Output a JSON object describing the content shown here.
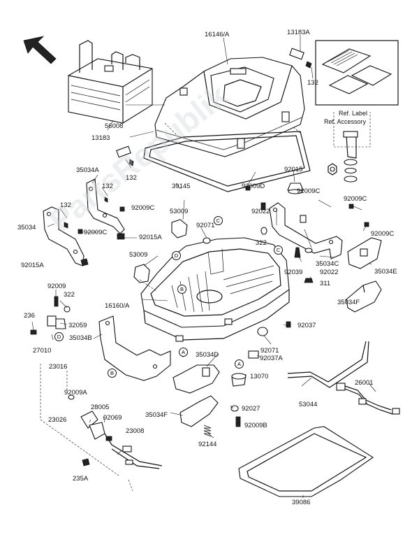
{
  "watermark": "PartsRepublik",
  "labels": {
    "l16146A": "16146/A",
    "l13183A": "13183A",
    "l56008": "56008",
    "l132a": "132",
    "l13183": "13183",
    "l132b": "132",
    "l35034A": "35034A",
    "l132c": "132",
    "l39145": "39145",
    "l92009Da": "92009D",
    "l92015a": "92015",
    "l92009Ca": "92009C",
    "l132d": "132",
    "l35034": "35034",
    "l53009a": "53009",
    "l92009Cb": "92009C",
    "l92015A": "92015A",
    "l92071a": "92071",
    "l92022a": "92022",
    "l322a": "322",
    "l92009Cc": "92009C",
    "l92009Cd": "92009C",
    "l92009Ce": "92009C",
    "l92015Ab": "92015A",
    "l53009b": "53009",
    "l35034C": "35034C",
    "l35034E": "35034E",
    "l92039": "92039",
    "l92022b": "92022",
    "l311": "311",
    "l92009": "92009",
    "l322b": "322",
    "l16160A": "16160/A",
    "l35034F": "35034F",
    "l236": "236",
    "l32059": "32059",
    "l35034B": "35034B",
    "l92037a": "92037",
    "l27010": "27010",
    "l92071b": "92071",
    "l23016": "23016",
    "l35034D": "35034D",
    "l92037A": "92037A",
    "l13070": "13070",
    "l26001": "26001",
    "l92009A": "92009A",
    "l28005": "28005",
    "l23026": "23026",
    "l92069": "92069",
    "l35034Fb": "35034F",
    "l92027": "92027",
    "l53044": "53044",
    "l92009B": "92009B",
    "l23008": "23008",
    "l92144": "92144",
    "l235A": "235A",
    "l39086": "39086",
    "refLabel": "Ref. Label",
    "refAccessory": "Ref. Accessory"
  },
  "callouts": {
    "a1": "A",
    "a2": "A",
    "b1": "B",
    "b2": "B",
    "c1": "C",
    "c2": "C",
    "d1": "D",
    "d2": "D"
  }
}
